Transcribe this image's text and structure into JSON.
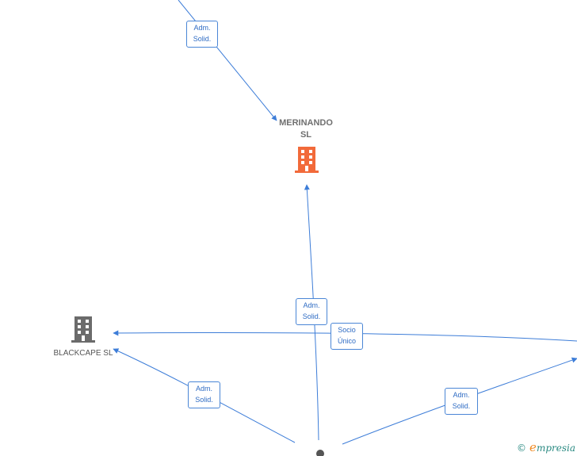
{
  "nodes": {
    "merinando": {
      "line1": "MERINANDO",
      "line2": "SL",
      "color": "#f26a3a"
    },
    "blackcape": {
      "label": "BLACKCAPE  SL",
      "color": "#6b6b6b"
    }
  },
  "edges": {
    "top_to_merinando": {
      "line1": "Adm.",
      "line2": "Solid."
    },
    "bottom_to_merinando": {
      "line1": "Adm.",
      "line2": "Solid."
    },
    "socio_unico": {
      "line1": "Socio",
      "line2": "Único"
    },
    "bottom_to_blackcape": {
      "line1": "Adm.",
      "line2": "Solid."
    },
    "bottom_to_right": {
      "line1": "Adm.",
      "line2": "Solid."
    }
  },
  "edge_color": "#3d7dd8",
  "brand": {
    "copyright": "©",
    "initial": "e",
    "name": "mpresia"
  }
}
